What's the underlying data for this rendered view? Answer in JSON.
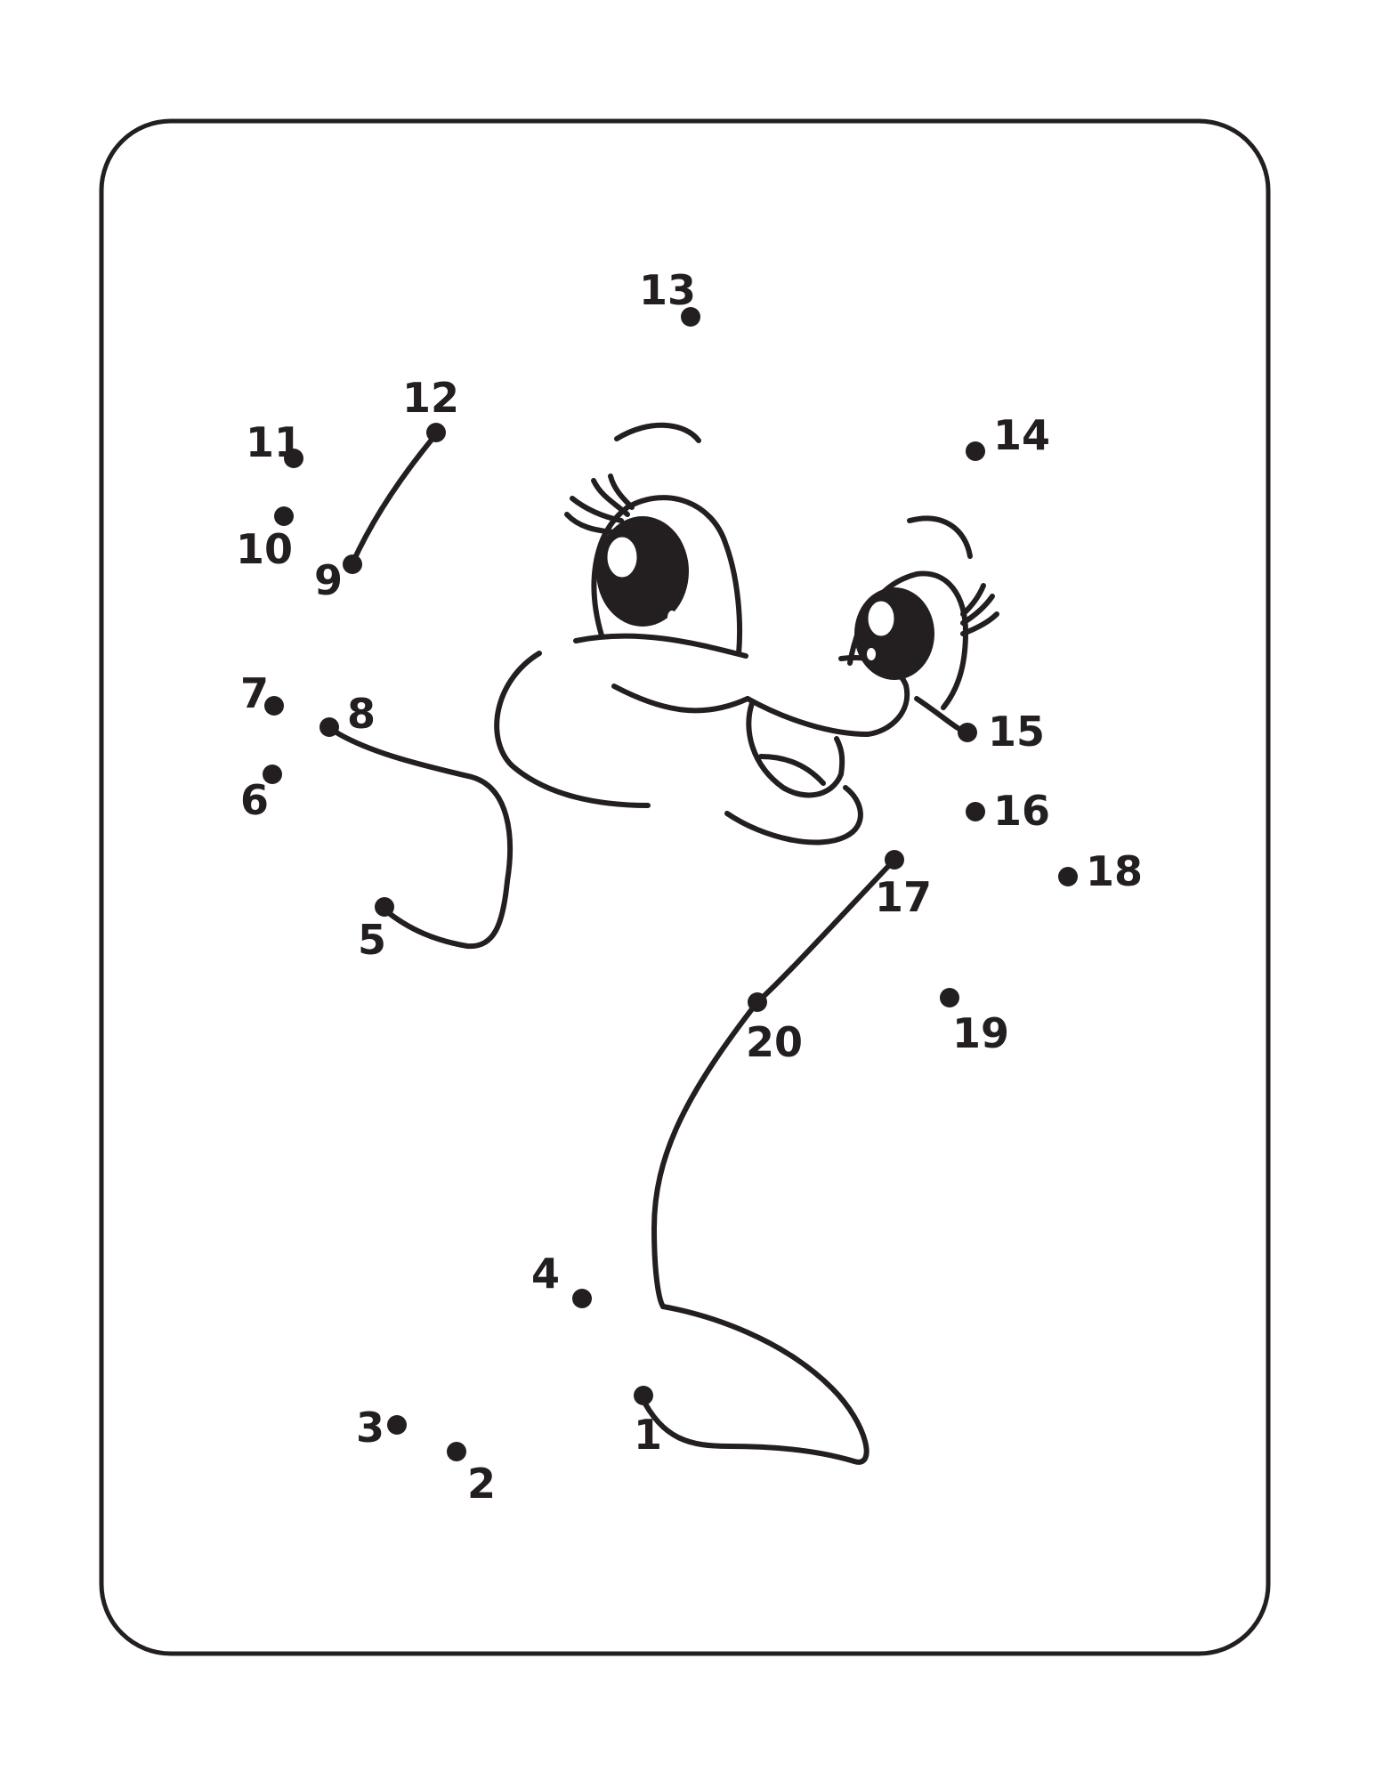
{
  "worksheet": {
    "ink_color": "#231f20",
    "background_color": "#ffffff",
    "picture": "dolphin",
    "dots": [
      {
        "label": "1"
      },
      {
        "label": "2"
      },
      {
        "label": "3"
      },
      {
        "label": "4"
      },
      {
        "label": "5"
      },
      {
        "label": "6"
      },
      {
        "label": "7"
      },
      {
        "label": "8"
      },
      {
        "label": "9"
      },
      {
        "label": "10"
      },
      {
        "label": "11"
      },
      {
        "label": "12"
      },
      {
        "label": "13"
      },
      {
        "label": "14"
      },
      {
        "label": "15"
      },
      {
        "label": "16"
      },
      {
        "label": "17"
      },
      {
        "label": "18"
      },
      {
        "label": "19"
      },
      {
        "label": "20"
      }
    ]
  }
}
